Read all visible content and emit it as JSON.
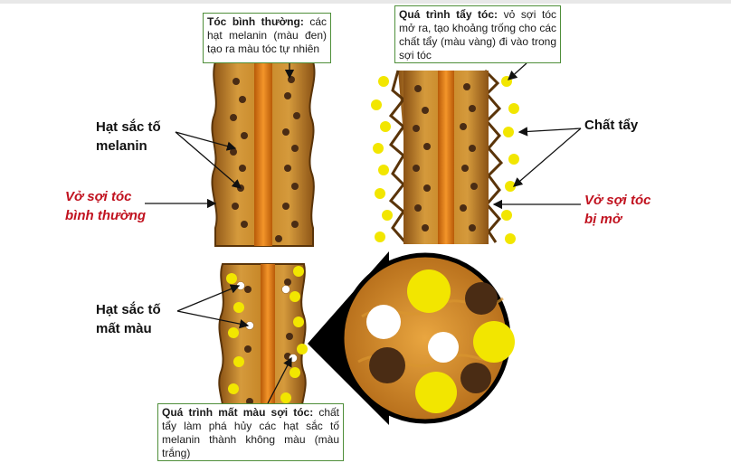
{
  "notes": {
    "normal": {
      "bold": "Tóc bình thường:",
      "text": " các hạt melanin (màu đen) tạo ra màu tóc tự nhiên"
    },
    "bleach": {
      "bold": "Quá trình tẩy tóc:",
      "text": " vỏ sợi tóc mở ra, tạo khoảng trống cho các chất tẩy (màu vàng) đi vào trong sợi tóc"
    },
    "fade": {
      "bold": "Quá trình mất màu sợi tóc:",
      "text": " chất tẩy làm phá hủy các hạt sắc tố melanin thành không màu (màu trắng)"
    }
  },
  "labels": {
    "melanin_l1": "Hạt sắc tố",
    "melanin_l2": "melanin",
    "cuticle_normal_l1": "Vở sợi tóc",
    "cuticle_normal_l2": "bình thường",
    "bleach_agent": "Chất tẩy",
    "cuticle_open_l1": "Vở sợi tóc",
    "cuticle_open_l2": "bị mở",
    "faded_l1": "Hạt sắc tố",
    "faded_l2": "mất màu"
  },
  "colors": {
    "hair": "#c98a2e",
    "hair_dark": "#7a4a14",
    "core": "#e07b12",
    "melanin": "#4a2c14",
    "bleach": "#f2e600",
    "faded": "#ffffff",
    "accent_red": "#c1121f",
    "note_border": "#4f8f3a"
  }
}
